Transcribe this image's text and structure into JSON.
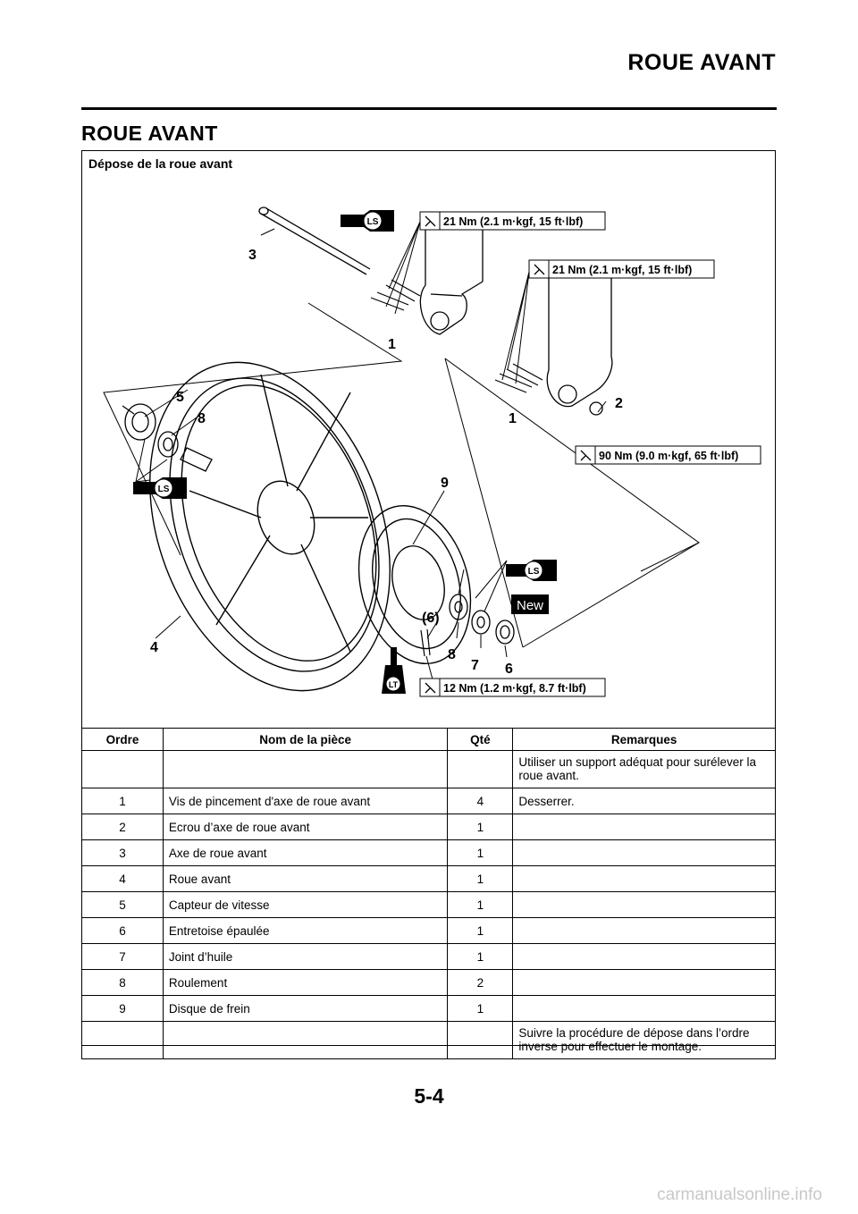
{
  "header": {
    "title": "ROUE AVANT"
  },
  "section": {
    "title": "ROUE AVANT"
  },
  "panel": {
    "title": "Dépose de la roue avant"
  },
  "diagram": {
    "callouts": [
      "3",
      "1",
      "5",
      "8",
      "1",
      "2",
      "9",
      "(6)",
      "8",
      "7",
      "6",
      "4"
    ],
    "torques": [
      "21 Nm (2.1 m·kgf, 15 ft·lbf)",
      "21 Nm (2.1 m·kgf, 15 ft·lbf)",
      "90 Nm (9.0 m·kgf, 65 ft·lbf)",
      "12 Nm (1.2 m·kgf, 8.7 ft·lbf)"
    ],
    "symbols": {
      "ls": "LS",
      "lt": "LT",
      "new": "New"
    }
  },
  "table": {
    "headers": [
      "Ordre",
      "Nom de la pièce",
      "Qté",
      "Remarques"
    ],
    "rows": [
      [
        "",
        "",
        "",
        "Utiliser un support adéquat pour surélever la roue avant."
      ],
      [
        "1",
        "Vis de pincement d'axe de roue avant",
        "4",
        "Desserrer."
      ],
      [
        "2",
        "Ecrou d’axe de roue avant",
        "1",
        ""
      ],
      [
        "3",
        "Axe de roue avant",
        "1",
        ""
      ],
      [
        "4",
        "Roue avant",
        "1",
        ""
      ],
      [
        "5",
        "Capteur de vitesse",
        "1",
        ""
      ],
      [
        "6",
        "Entretoise épaulée",
        "1",
        ""
      ],
      [
        "7",
        "Joint d’huile",
        "1",
        ""
      ],
      [
        "8",
        "Roulement",
        "2",
        ""
      ],
      [
        "9",
        "Disque de frein",
        "1",
        ""
      ],
      [
        "",
        "",
        "",
        "Suivre la procédure de dépose dans l’ordre inverse pour effectuer le montage."
      ]
    ]
  },
  "footer": {
    "page": "5-4"
  },
  "watermark": "carmanualsonline.info"
}
